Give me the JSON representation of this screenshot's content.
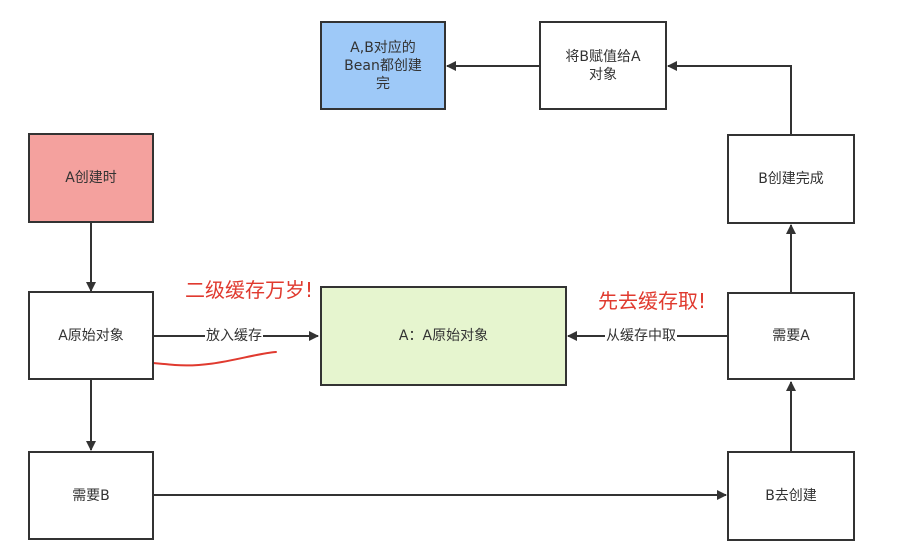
{
  "nodes": {
    "ab_done": "A,B对应的\nBean都创建\n完",
    "assign_b_to_a": "将B赋值给A\n对象",
    "a_creating": "A创建时",
    "b_created": "B创建完成",
    "a_raw": "A原始对象",
    "cache": "A：A原始对象",
    "b_needs_a": "需要A",
    "a_needs_b": "需要B",
    "b_creating": "B去创建"
  },
  "edge_labels": {
    "put_in_cache": "放入缓存",
    "take_from_cache": "从缓存中取"
  },
  "annotations": {
    "second_level_cache": "二级缓存万岁!",
    "cache_first": "先去缓存取!"
  },
  "colors": {
    "red_node": "#f4a19e",
    "blue_node": "#9ec9f8",
    "green_node": "#e6f5cf",
    "annotation": "#e03a2f",
    "stroke": "#333333"
  }
}
